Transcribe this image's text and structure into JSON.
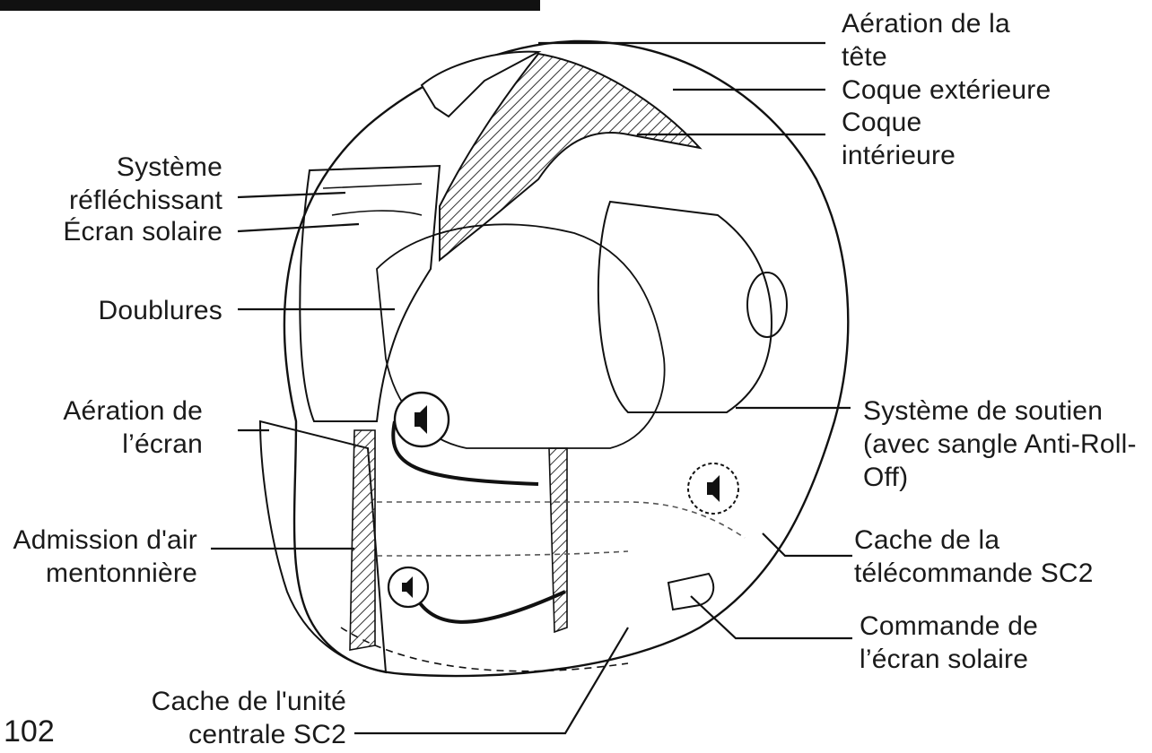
{
  "page_number": "102",
  "colors": {
    "ink": "#111111",
    "hatch": "#333333",
    "background": "#ffffff"
  },
  "icons": [
    "speaker-icon"
  ],
  "labels": {
    "head_vent": {
      "line1": "Aération de la",
      "line2": "tête"
    },
    "outer_shell": {
      "line1": "Coque extérieure"
    },
    "inner_shell": {
      "line1": "Coque",
      "line2": "intérieure"
    },
    "reflective": {
      "line1": "Système",
      "line2": "réfléchissant"
    },
    "sun_visor": {
      "line1": "Écran solaire"
    },
    "liners": {
      "line1": "Doublures"
    },
    "visor_vent": {
      "line1": "Aération de",
      "line2": "l’écran"
    },
    "retention": {
      "line1": "Système de soutien",
      "line2": "(avec sangle Anti-Roll-",
      "line3": "Off)"
    },
    "chin_intake": {
      "line1": "Admission d'air",
      "line2": "mentonnière"
    },
    "remote_cover": {
      "line1": "Cache de la",
      "line2": "télécommande SC2"
    },
    "visor_control": {
      "line1": "Commande de",
      "line2": "l’écran solaire"
    },
    "unit_cover": {
      "line1": "Cache de l'unité",
      "line2": "centrale SC2"
    }
  }
}
